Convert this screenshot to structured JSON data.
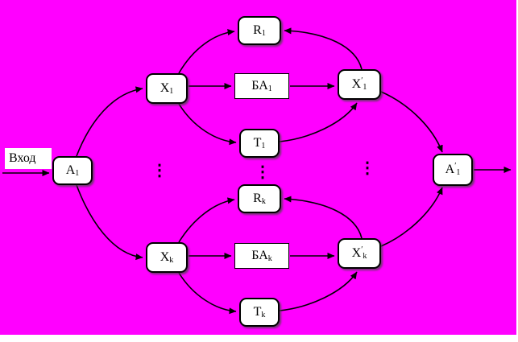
{
  "diagram": {
    "background_color": "#FF00FF",
    "line_color": "#000000",
    "box_fill_color": "#FFFFFF",
    "input_label": "Вход",
    "ellipsis": "⋮",
    "nodes": {
      "a1": {
        "base": "А",
        "sub": "1"
      },
      "x1": {
        "base": "X",
        "sub": "1"
      },
      "r1": {
        "base": "R",
        "sub": "1"
      },
      "ba1": {
        "base": "БА",
        "sub": "1"
      },
      "t1": {
        "base": "Т",
        "sub": "1"
      },
      "x1p": {
        "base": "X",
        "sup": "′",
        "sub": "1"
      },
      "xk": {
        "base": "X",
        "sub": "k"
      },
      "rk": {
        "base": "R",
        "sub": "k"
      },
      "bak": {
        "base": "БА",
        "sub": "k"
      },
      "tk": {
        "base": "Т",
        "sub": "k"
      },
      "xkp": {
        "base": "X",
        "sup": "′",
        "sub": "k"
      },
      "ap": {
        "base": "А",
        "sup": "′",
        "sub": "1"
      }
    }
  }
}
